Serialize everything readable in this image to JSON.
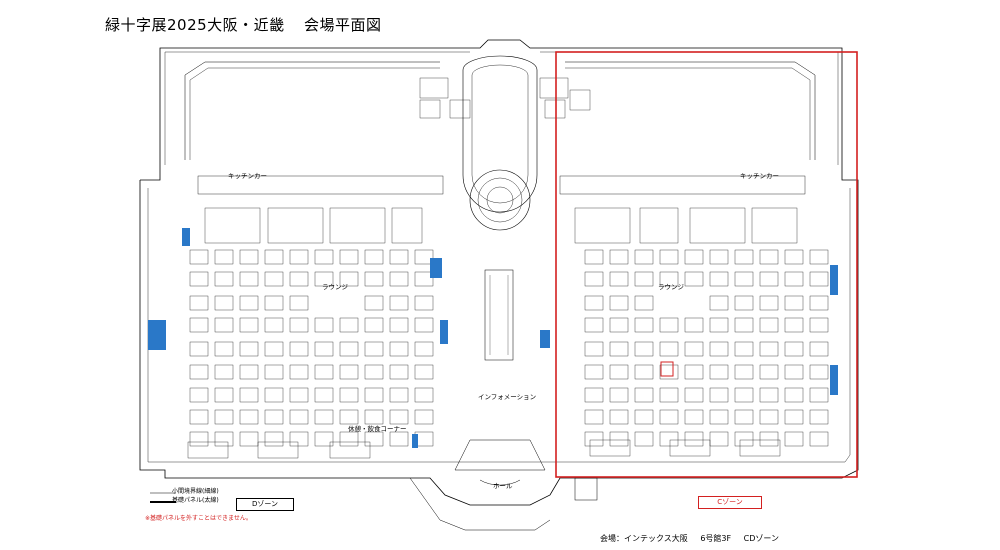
{
  "header": {
    "title": "緑十字展2025大阪・近畿",
    "subtitle": "会場平面図"
  },
  "labels": {
    "kitchen_car": "キッチンカー",
    "lounge": "ラウンジ",
    "information": "インフォメーション",
    "rest_corner": "休憩・飲食コーナー",
    "hall": "ホール"
  },
  "zones": {
    "d_zone": "Dゾーン",
    "c_zone": "Cゾーン"
  },
  "legend": {
    "small_partition": "小間境界線(細線)",
    "base_panel": "基礎パネル(太線)"
  },
  "note": "※基礎パネルを外すことはできません。",
  "footer": {
    "venue": "会場：インテックス大阪",
    "hall_floor": "6号館3F",
    "zone": "CDゾーン"
  },
  "colors": {
    "highlight": "#d32020",
    "accent_blue": "#2a78c8",
    "line": "#000000"
  }
}
